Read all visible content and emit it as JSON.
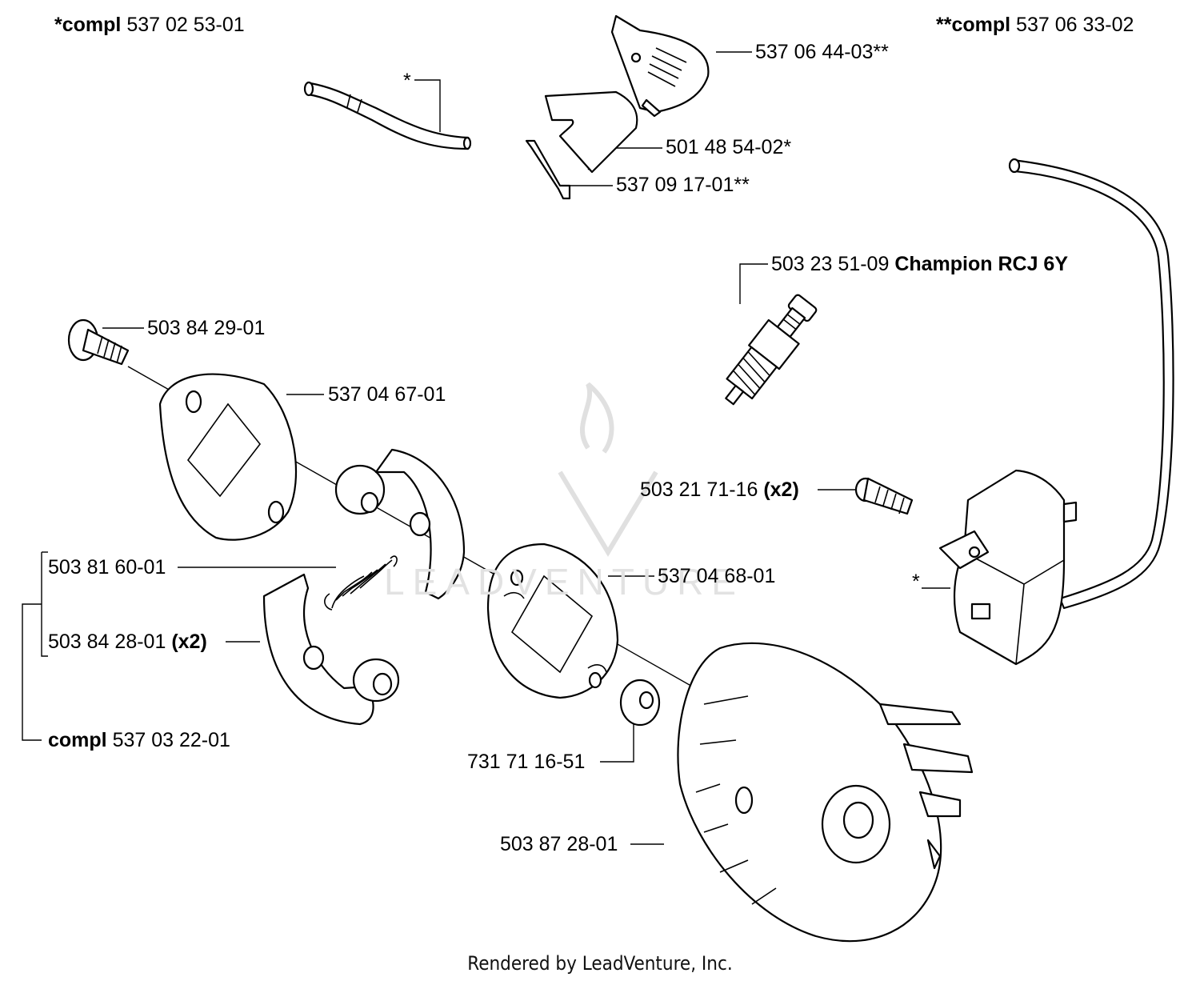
{
  "watermark": {
    "text": "LEADVENTURE",
    "color": "#e2e2e2"
  },
  "footer": "Rendered by LeadVenture, Inc.",
  "kit_headers": {
    "kit1": {
      "prefix": "*compl",
      "number": "537 02 53-01"
    },
    "kit2": {
      "prefix": "**compl",
      "number": "537 06 33-02"
    },
    "clutch_kit": {
      "prefix": "compl",
      "number": "537 03 22-01"
    }
  },
  "parts": {
    "asterisk_hose": "*",
    "cover": "537 06 44-03**",
    "plate": "501 48 54-02*",
    "clip": "537 09 17-01**",
    "spark_plug": {
      "number": "503 23 51-09",
      "brand": "Champion RCJ 6Y"
    },
    "shoulder_screw": "503 84 29-01",
    "washer_plate_front": "537 04 67-01",
    "ignition_screw": {
      "number": "503 21 71-16",
      "qty": "(x2)"
    },
    "clutch_spring": "503 81 60-01",
    "clutch_shoe": {
      "number": "503 84 28-01",
      "qty": "(x2)"
    },
    "washer_plate_rear": "537 04 68-01",
    "asterisk_module": "*",
    "nut": "731 71 16-51",
    "flywheel": "503 87 28-01"
  }
}
